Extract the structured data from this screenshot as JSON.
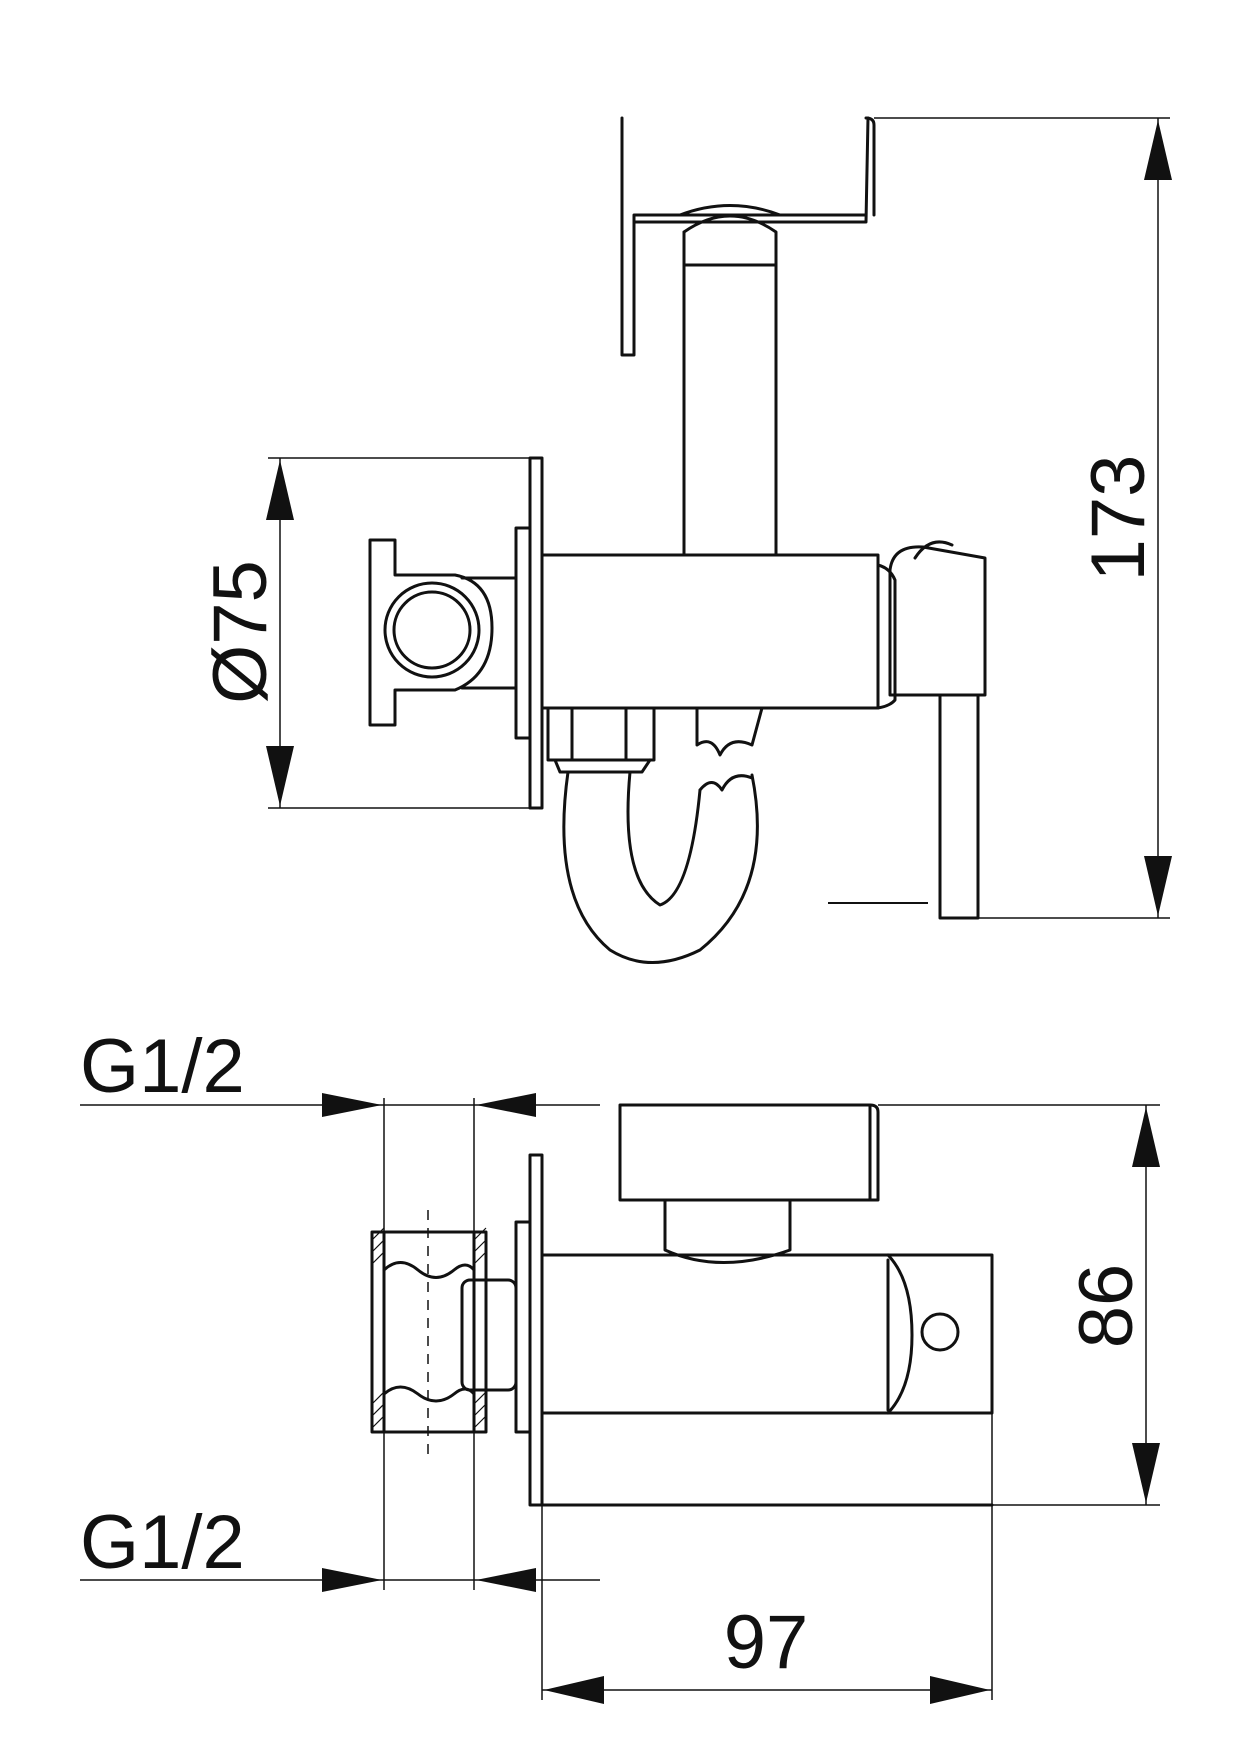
{
  "drawing": {
    "dimensions": {
      "diameter": "Ø75",
      "height": "173",
      "depth": "86",
      "width": "97",
      "thread_top": "G1/2",
      "thread_bottom": "G1/2"
    }
  }
}
